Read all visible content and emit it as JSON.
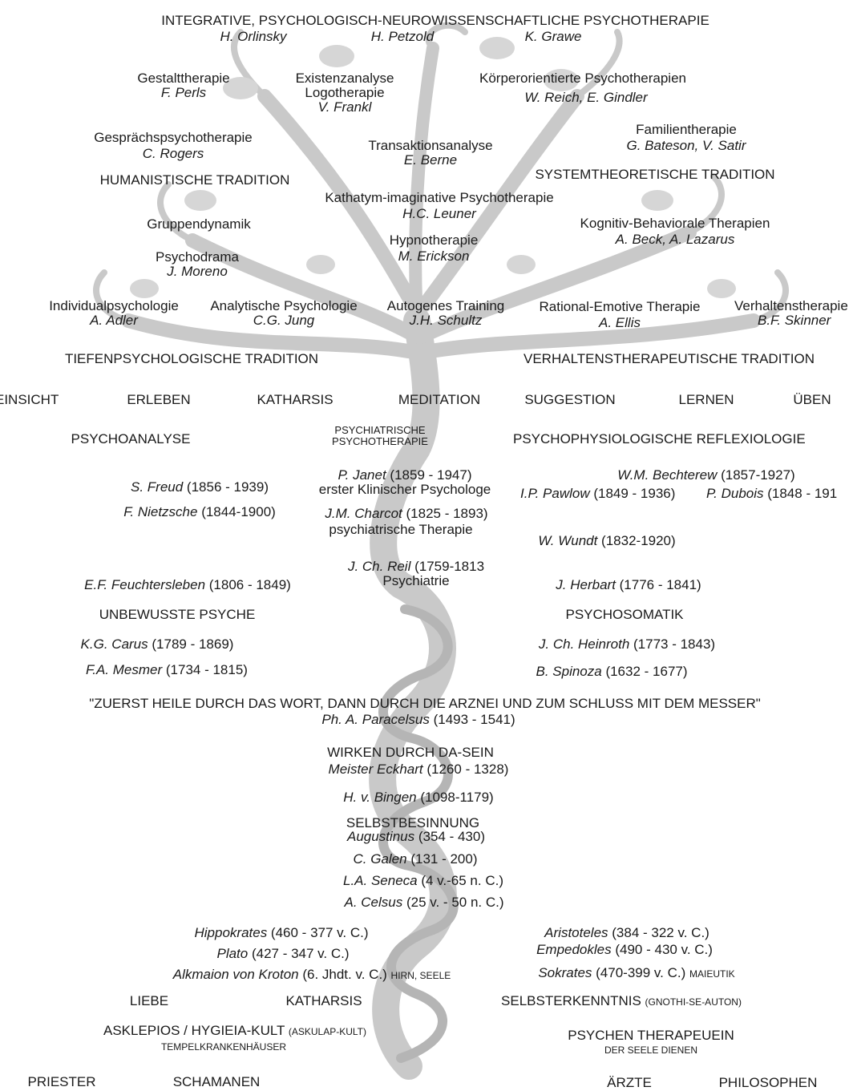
{
  "top": {
    "title": "INTEGRATIVE, PSYCHOLOGISCH-NEUROWISSENSCHAFTLICHE PSYCHOTHERAPIE",
    "names": [
      "H. Orlinsky",
      "H. Petzold",
      "K. Grawe"
    ]
  },
  "branches": {
    "gestalt": {
      "label": "Gestalttherapie",
      "name": "F. Perls"
    },
    "existenz": {
      "label1": "Existenzanalyse",
      "label2": "Logotherapie",
      "name": "V. Frankl"
    },
    "koerper": {
      "label": "Körperorientierte Psychotherapien",
      "name": "W. Reich, E. Gindler"
    },
    "gespraech": {
      "label": "Gesprächspsychotherapie",
      "name": "C. Rogers"
    },
    "transaktion": {
      "label": "Transaktionsanalyse",
      "name": "E. Berne"
    },
    "familie": {
      "label": "Familientherapie",
      "name": "G. Bateson, V. Satir"
    },
    "humanistisch": "HUMANISTISCHE TRADITION",
    "systemtheoretisch": "SYSTEMTHEORETISCHE TRADITION",
    "katathym": {
      "label": "Kathatym-imaginative Psychotherapie",
      "name": "H.C. Leuner"
    },
    "gruppe": "Gruppendynamik",
    "kognitiv": {
      "label": "Kognitiv-Behaviorale Therapien",
      "name": "A. Beck, A. Lazarus"
    },
    "hypno": {
      "label": "Hypnotherapie",
      "name": "M. Erickson"
    },
    "psychodrama": {
      "label": "Psychodrama",
      "name": "J. Moreno"
    },
    "individual": {
      "label": "Individualpsychologie",
      "name": "A. Adler"
    },
    "analytisch": {
      "label": "Analytische Psychologie",
      "name": "C.G. Jung"
    },
    "autogen": {
      "label": "Autogenes Training",
      "name": "J.H. Schultz"
    },
    "rational": {
      "label": "Rational-Emotive Therapie",
      "name": "A. Ellis"
    },
    "verhalten": {
      "label": "Verhaltenstherapie",
      "name": "B.F. Skinner"
    },
    "tiefen": "TIEFENPSYCHOLOGISCHE TRADITION",
    "verhaltens_trad": "VERHALTENSTHERAPEUTISCHE TRADITION"
  },
  "methods": [
    "EINSICHT",
    "ERLEBEN",
    "KATHARSIS",
    "MEDITATION",
    "SUGGESTION",
    "LERNEN",
    "ÜBEN"
  ],
  "schools": {
    "psychoanalyse": "PSYCHOANALYSE",
    "psychiatrische1": "PSYCHIATRISCHE",
    "psychiatrische2": "PSYCHOTHERAPIE",
    "reflex": "PSYCHOPHYSIOLOGISCHE REFLEXIOLOGIE"
  },
  "persons": {
    "janet": {
      "name": "P. Janet",
      "years": " (1859 - 1947)",
      "note": "erster Klinischer Psychologe"
    },
    "bechterew": {
      "name": "W.M. Bechterew",
      "years": " (1857-1927)"
    },
    "freud": {
      "name": "S. Freud",
      "years": " (1856 - 1939)"
    },
    "pawlow": {
      "name": "I.P. Pawlow",
      "years": " (1849 - 1936)"
    },
    "dubois": {
      "name": "P. Dubois",
      "years": " (1848 - 191"
    },
    "nietzsche": {
      "name": "F. Nietzsche",
      "years": " (1844-1900)"
    },
    "charcot": {
      "name": "J.M. Charcot",
      "years": " (1825 - 1893)",
      "note": "psychiatrische Therapie"
    },
    "wundt": {
      "name": "W. Wundt",
      "years": " (1832-1920)"
    },
    "reil": {
      "name": "J. Ch. Reil",
      "years": " (1759-1813",
      "note": "Psychiatrie"
    },
    "feuchtersleben": {
      "name": "E.F. Feuchtersleben",
      "years": " (1806 - 1849)"
    },
    "herbart": {
      "name": "J. Herbart",
      "years": " (1776 - 1841)"
    },
    "carus": {
      "name": "K.G. Carus",
      "years": " (1789 - 1869)"
    },
    "heinroth": {
      "name": "J. Ch. Heinroth",
      "years": " (1773 - 1843)"
    },
    "mesmer": {
      "name": "F.A. Mesmer",
      "years": " (1734 - 1815)"
    },
    "spinoza": {
      "name": "B. Spinoza",
      "years": " (1632 - 1677)"
    },
    "paracelsus": {
      "name": "Ph. A. Paracelsus",
      "years": " (1493 - 1541)"
    },
    "eckhart": {
      "name": "Meister Eckhart",
      "years": " (1260 - 1328)"
    },
    "bingen": {
      "name": "H. v. Bingen",
      "years": " (1098-1179)"
    },
    "augustinus": {
      "name": "Augustinus",
      "years": " (354 - 430)"
    },
    "galen": {
      "name": "C. Galen",
      "years": " (131 - 200)"
    },
    "seneca": {
      "name": "L.A. Seneca",
      "years": " (4 v.-65 n. C.)"
    },
    "celsus": {
      "name": "A. Celsus",
      "years": " (25 v. - 50 n. C.)"
    },
    "hippokrates": {
      "name": "Hippokrates",
      "years": " (460 - 377 v. C.)"
    },
    "aristoteles": {
      "name": "Aristoteles",
      "years": " (384 - 322 v. C.)"
    },
    "plato": {
      "name": "Plato",
      "years": " (427 - 347 v. C.)"
    },
    "empedokles": {
      "name": "Empedokles",
      "years": " (490 - 430 v. C.)"
    },
    "alkmaion": {
      "name": "Alkmaion von Kroton",
      "years": " (6. Jhdt. v. C.) ",
      "note": "HIRN, SEELE"
    },
    "sokrates": {
      "name": "Sokrates",
      "years": " (470-399 v. C.) ",
      "note": "MAIEUTIK"
    }
  },
  "concepts": {
    "unbewusst": "UNBEWUSSTE PSYCHE",
    "psychosomatik": "PSYCHOSOMATIK",
    "quote": "\"ZUERST HEILE DURCH DAS WORT, DANN DURCH DIE ARZNEI UND ZUM SCHLUSS MIT DEM MESSER\"",
    "wirken": "WIRKEN DURCH DA-SEIN",
    "selbstbesinnung": "SELBSTBESINNUNG",
    "liebe": "LIEBE",
    "katharsis2": "KATHARSIS",
    "selbsterkenntnis": "SELBSTERKENNTNIS",
    "gnothi": "(GNOTHI-SE-AUTON)",
    "asklepios": "ASKLEPIOS / HYGIEIA-KULT",
    "askulap": "(ASKULAP-KULT)",
    "tempel": "TEMPELKRANKENHÄUSER",
    "psychen": "PSYCHEN THERAPEUEIN",
    "seele": "DER SEELE DIENEN"
  },
  "roots": [
    "PRIESTER",
    "SCHAMANEN",
    "ÄRZTE",
    "PHILOSOPHEN"
  ]
}
